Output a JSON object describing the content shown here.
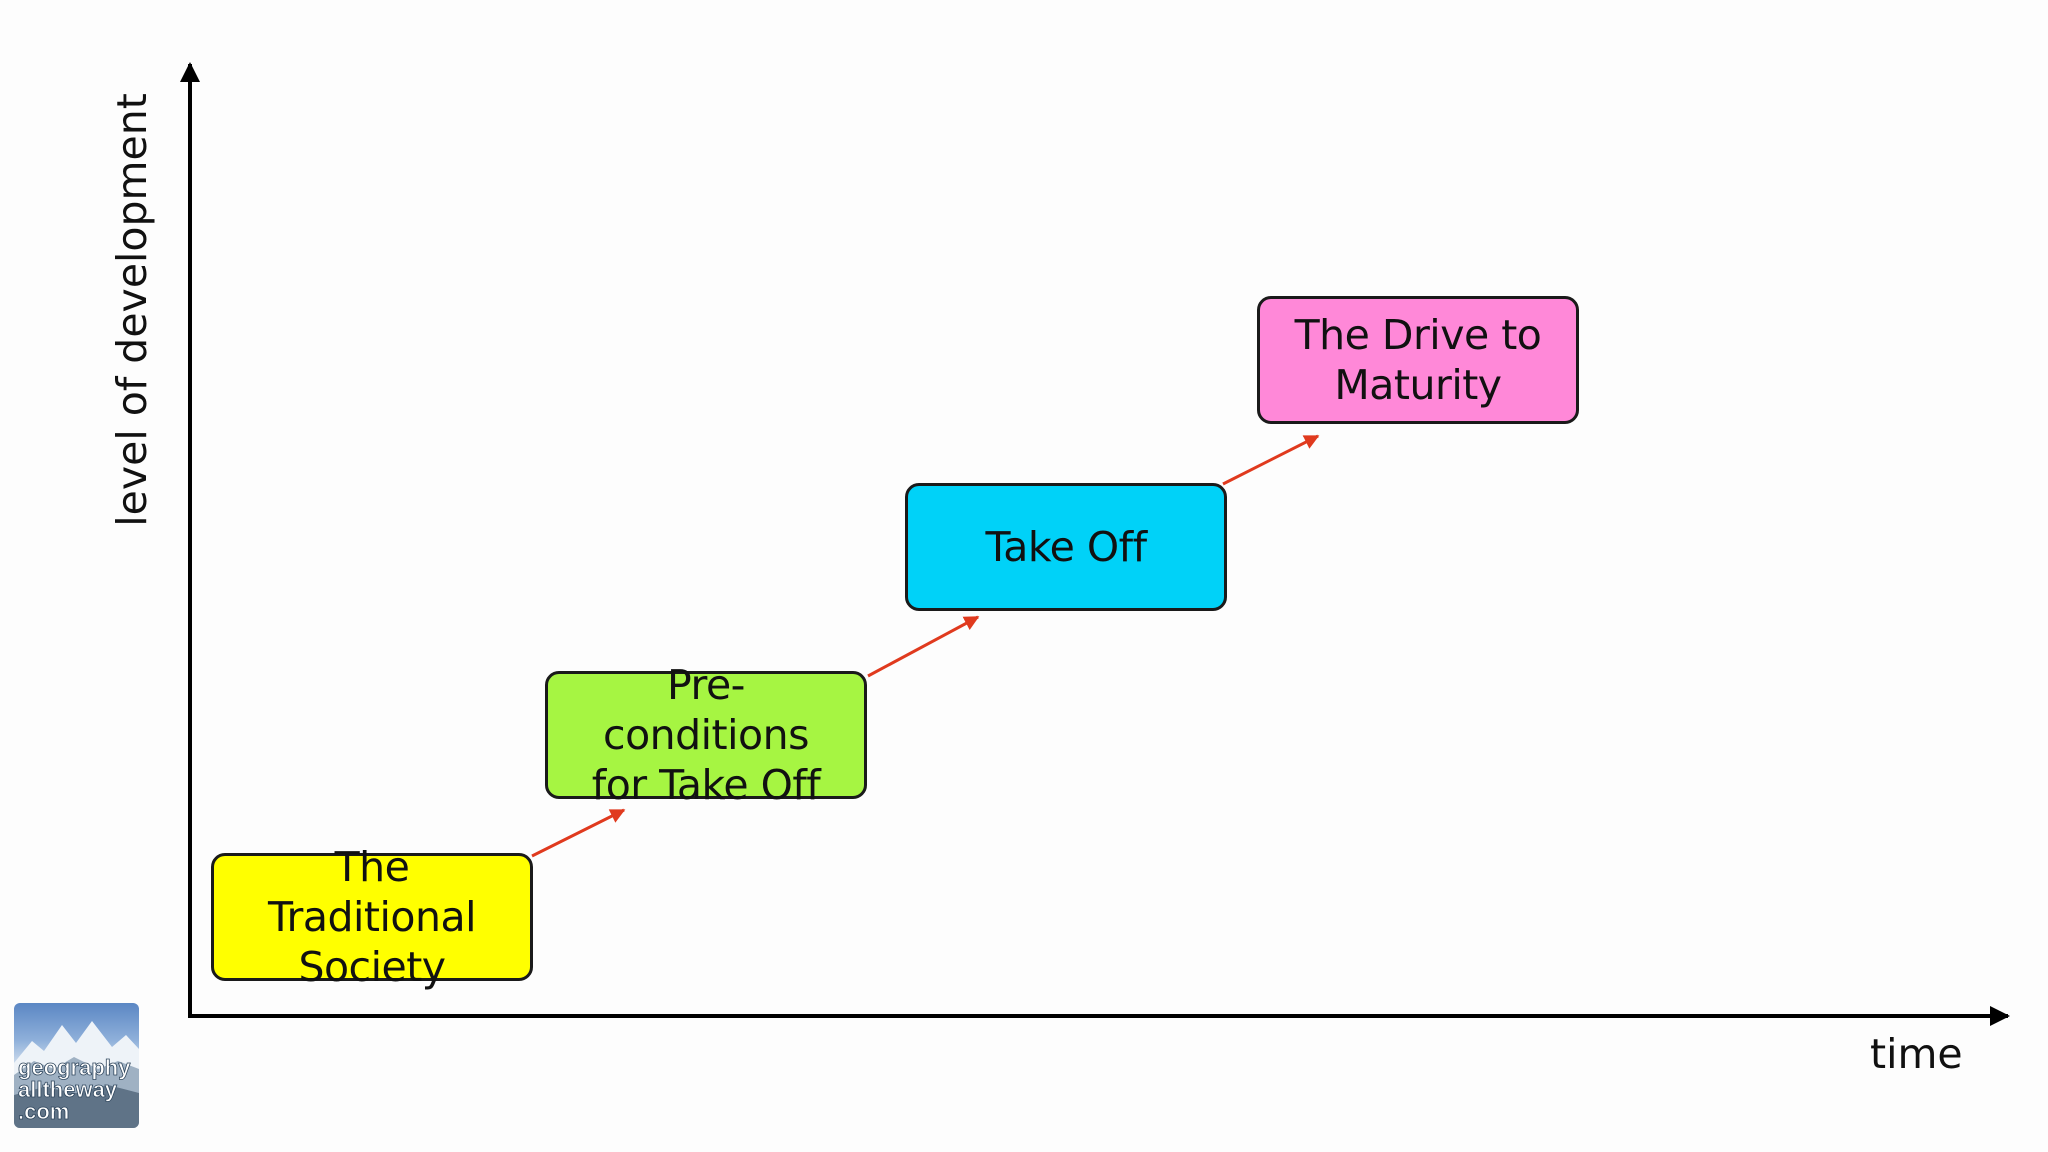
{
  "diagram": {
    "y_axis_label": "level of development",
    "x_axis_label": "time",
    "stages": [
      {
        "lines": [
          "The Traditional",
          "Society"
        ],
        "color": "#ffff00"
      },
      {
        "lines": [
          "Pre-conditions",
          "for Take Off"
        ],
        "color": "#a6f542"
      },
      {
        "lines": [
          "Take Off"
        ],
        "color": "#00d2f8"
      },
      {
        "lines": [
          "The Drive to",
          "Maturity"
        ],
        "color": "#ff88d8"
      }
    ],
    "axis_color": "#000000",
    "connector_color": "#e03a1e"
  },
  "logo": {
    "text_lines": [
      "geography",
      "alltheway",
      ".com"
    ]
  }
}
